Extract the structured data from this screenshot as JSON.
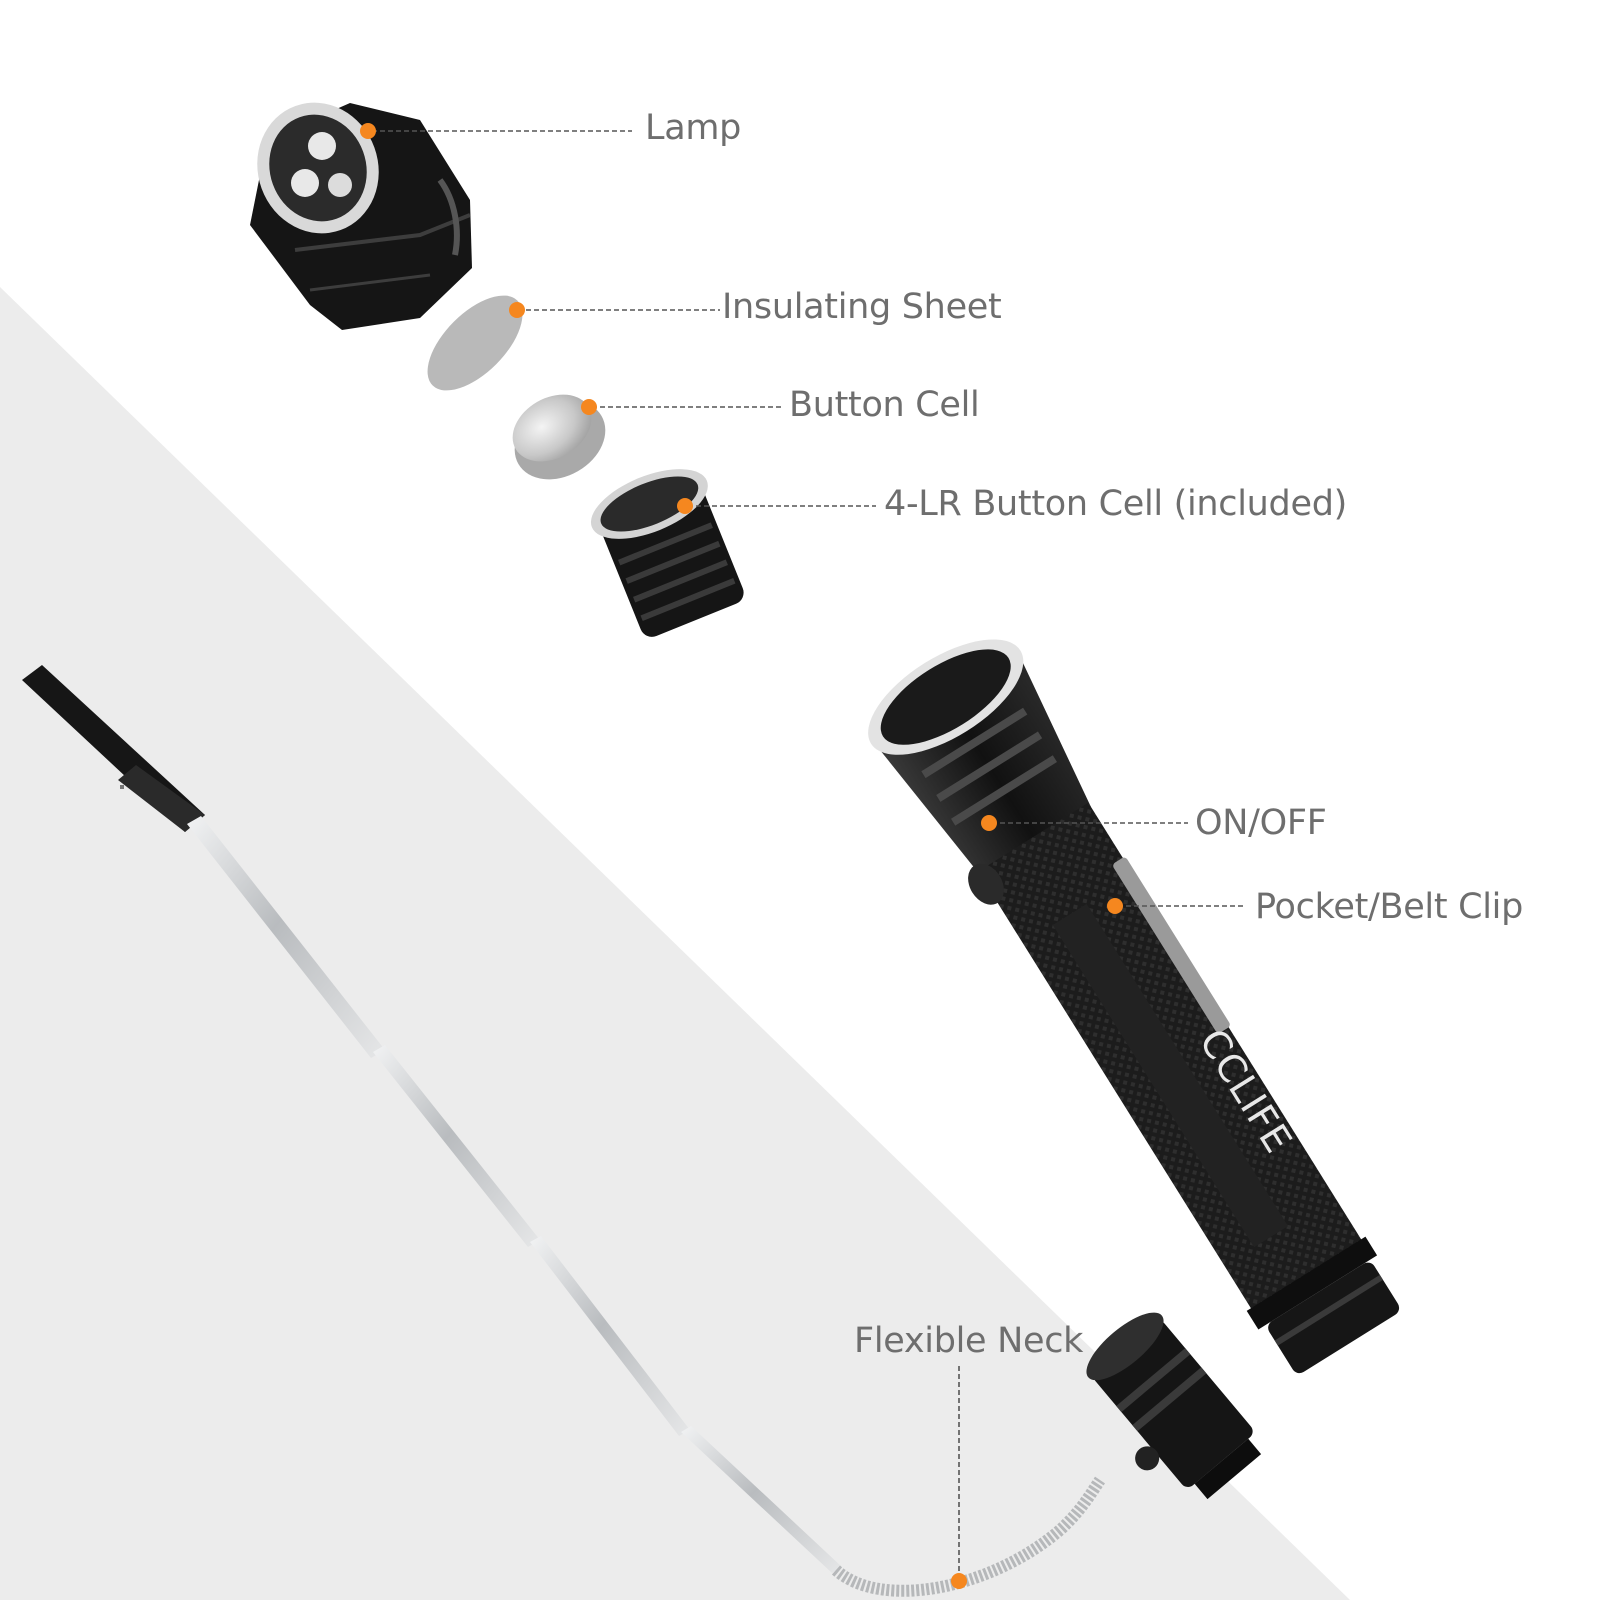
{
  "callouts": {
    "lamp": "Lamp",
    "insulating_sheet": "Insulating Sheet",
    "button_cell": "Button Cell",
    "lr_button_cell": "4-LR  Button Cell (included)",
    "on_off": "ON/OFF",
    "pocket_belt_clip": "Pocket/Belt Clip",
    "flexible_neck": "Flexible Neck"
  },
  "brand": {
    "logo_text": "CCLIFE"
  },
  "colors": {
    "marker": "#f5871f",
    "label_text": "#6e6e6e",
    "leader_line": "#555555",
    "backdrop": "#ececec",
    "tool_body": "#1b1b1b",
    "steel": "#c9cbcd"
  }
}
